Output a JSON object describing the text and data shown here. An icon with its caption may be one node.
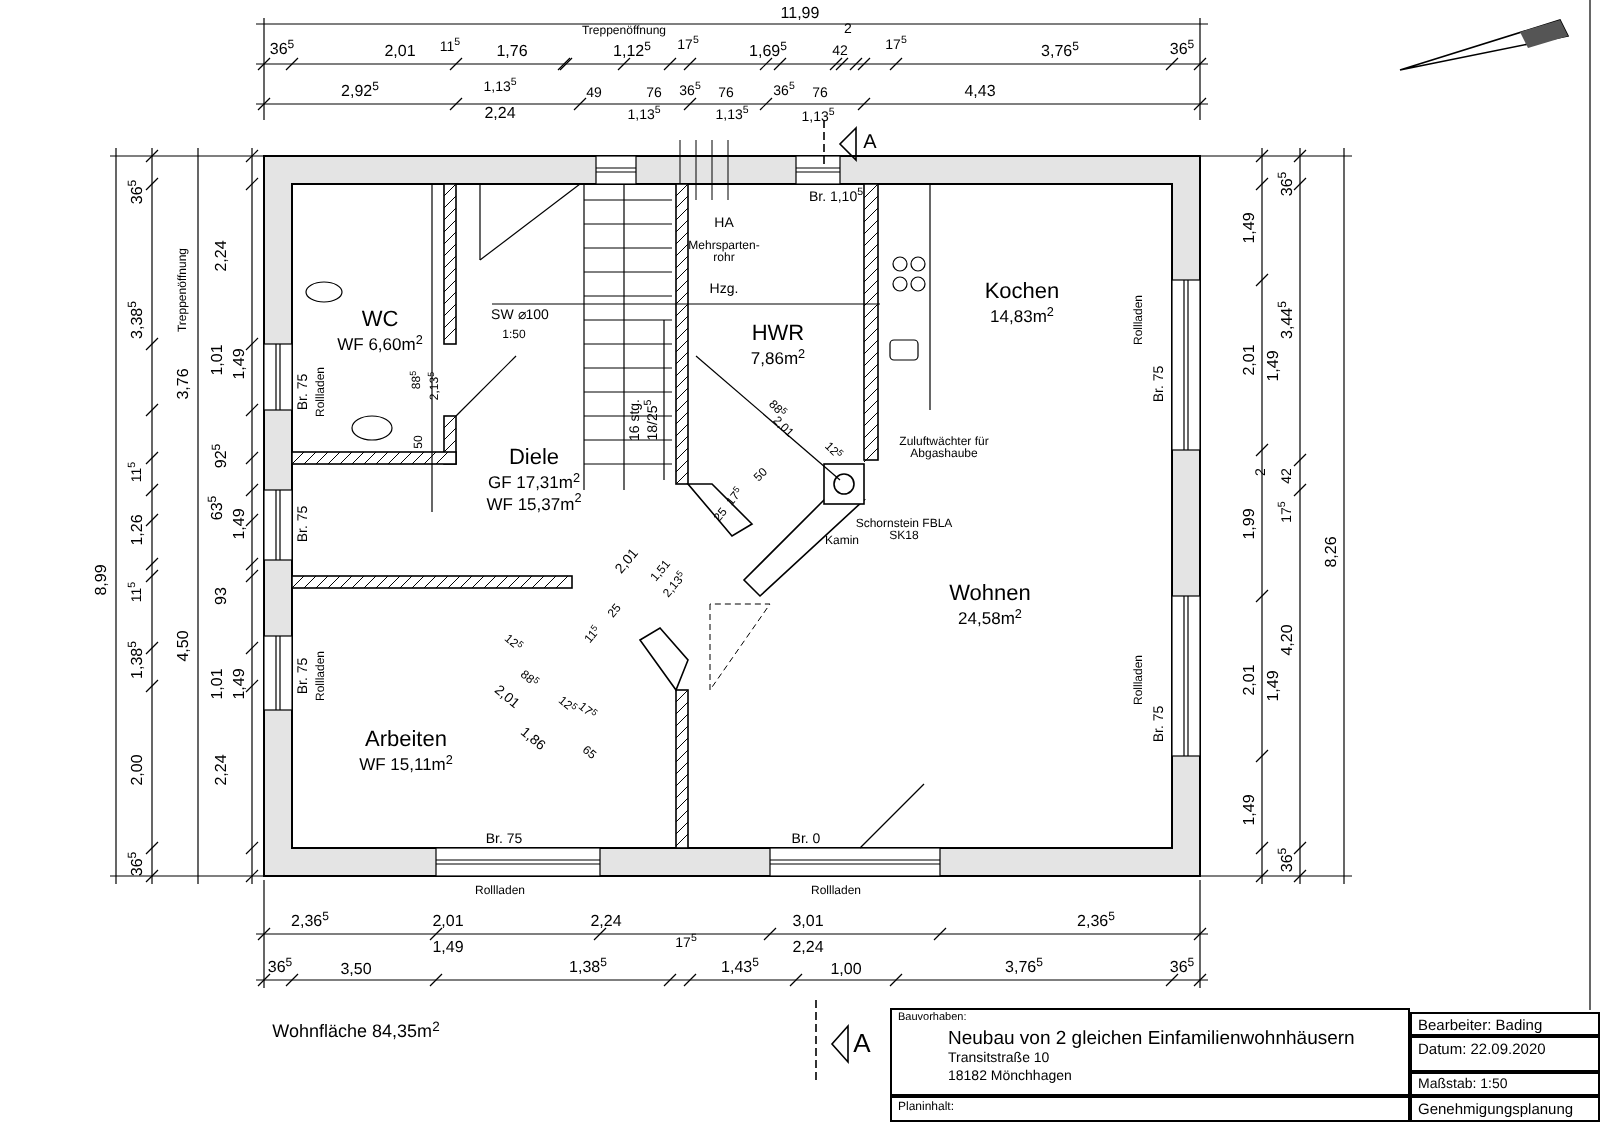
{
  "diagram": {
    "nodes": [
      {
        "text": [
          "WC",
          "WF 6,60m$^{2}$"
        ]
      },
      {
        "text": [
          "Diele",
          "GF 17,31m$^{2}$",
          "WF 15,37m$^{2}$"
        ]
      },
      {
        "text": [
          "HWR",
          "7,86m$^{2}$"
        ]
      },
      {
        "text": [
          "Kochen",
          "14,83m$^{2}$"
        ]
      },
      {
        "text": [
          "Wohnen",
          "24,58m$^{2}$"
        ]
      },
      {
        "text": [
          "Arbeiten",
          "WF 15,11m$^{2}$"
        ]
      },
      {
        "text": [
          "Bauvorhaben:",
          "Neubau von 2 gleichen Einfamilienwohnhäusern",
          "Transitstraße 10",
          "18182 Mönchhagen"
        ]
      },
      {
        "text": [
          "Planinhalt:"
        ]
      },
      {
        "text": [
          "Bearbeiter: Bading"
        ]
      },
      {
        "text": [
          "Datum: 22.09.2020"
        ]
      },
      {
        "text": [
          "Maßstab: 1:50"
        ]
      },
      {
        "text": [
          "Genehmigungsplanung"
        ]
      }
    ],
    "labels": [
      "11,99",
      "36$^{5}$",
      "2,01",
      "11$^{5}$",
      "1,76",
      "Treppenöffnung",
      "1,12$^{5}$",
      "17$^{5}$",
      "1,69$^{5}$",
      "2",
      "42",
      "17$^{5}$",
      "3,76$^{5}$",
      "36$^{5}$",
      "2,92$^{5}$",
      "1,13$^{5}$",
      "2,24",
      "49",
      "76",
      "1,13$^{5}$",
      "36$^{5}$",
      "76",
      "1,13$^{5}$",
      "36$^{5}$",
      "76",
      "1,13$^{5}$",
      "4,43",
      "A",
      "8,99",
      "36$^{5}$",
      "3,38$^{5}$",
      "11$^{5}$",
      "1,26",
      "11$^{5}$",
      "1,38$^{5}$",
      "2,00",
      "36$^{5}$",
      "Treppenöffnung",
      "3,76",
      "4,50",
      "2,24",
      "1,01",
      "1,49",
      "92$^{5}$",
      "63$^{5}$",
      "1,49",
      "93",
      "1,01",
      "1,49",
      "2,24",
      "36$^{5}$",
      "1,49",
      "3,44$^{5}$",
      "2,01",
      "1,49",
      "2",
      "42",
      "17$^{5}$",
      "1,99",
      "4,20",
      "2,01",
      "1,49",
      "8,26",
      "1,49",
      "36$^{5}$",
      "2,36$^{5}$",
      "2,01",
      "2,24",
      "3,01",
      "2,36$^{5}$",
      "1,49",
      "17$^{5}$",
      "2,24",
      "36$^{5}$",
      "3,50",
      "1,38$^{5}$",
      "1,43$^{5}$",
      "1,00",
      "3,76$^{5}$",
      "36$^{5}$",
      "Br. 75",
      "Rollladen",
      "Br. 1,10$^{5}$",
      "HA",
      "Mehrsparten- rohr",
      "Hzg.",
      "SW ⌀100",
      "1:50",
      "88$^{5}$",
      "2,13$^{5}$",
      "50",
      "16 stg.",
      "18/25$^{5}$",
      "88$^{5}$",
      "2,01",
      "12$^{5}$",
      "50",
      "25",
      "17$^{5}$",
      "2,01",
      "1,51",
      "2,13$^{5}$",
      "25",
      "11$^{5}$",
      "12$^{5}$",
      "88$^{5}$",
      "2,01",
      "12$^{5}$",
      "17$^{5}$",
      "1,86",
      "65",
      "Zuluftwächter für Abgashaube",
      "Kamin",
      "Schornstein FBLA SK18",
      "Rollladen",
      "Br. 75",
      "Rollladen",
      "Br. 75",
      "Br. 75",
      "Br. 75",
      "Rollladen",
      "Br. 75",
      "Br. 0",
      "Rollladen",
      "Rollladen",
      "Wohnfläche 84,35m$^{2}$",
      "A"
    ]
  }
}
